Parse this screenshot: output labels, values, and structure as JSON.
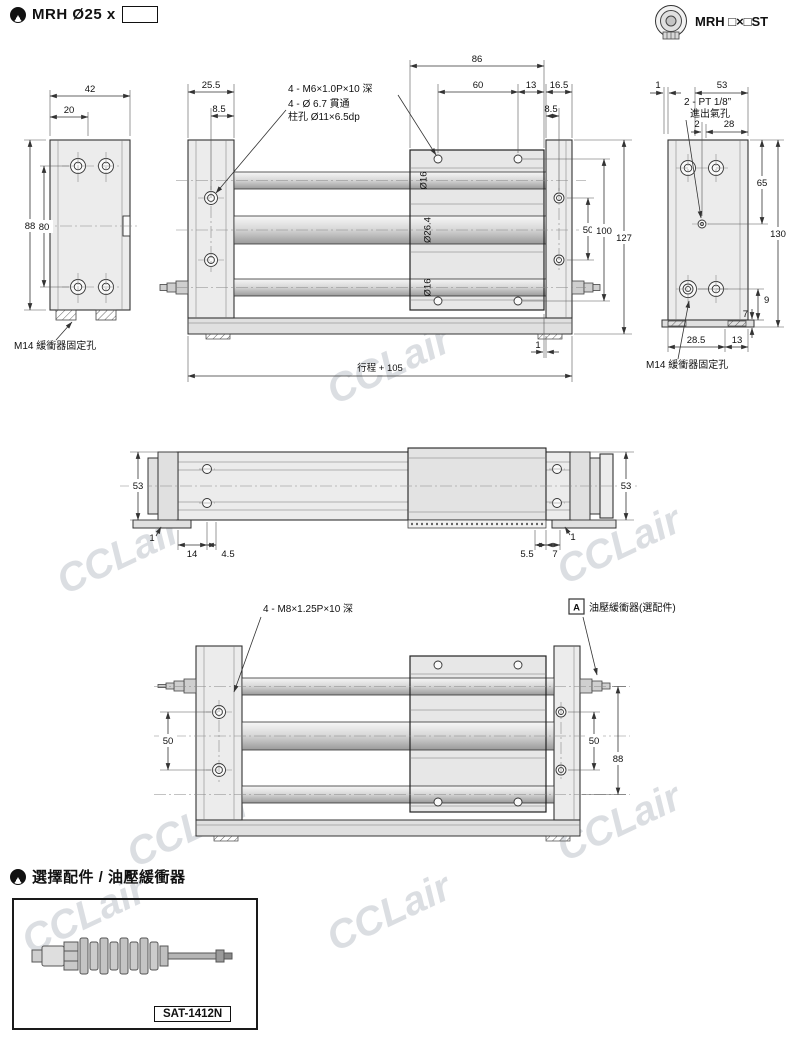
{
  "header": {
    "title": "MRH Ø25 x",
    "logo_label": "MRH □×□ST"
  },
  "watermark": "CCLair",
  "view_side_left": {
    "dim_42": "42",
    "dim_20": "20",
    "dim_88": "88",
    "dim_80": "80",
    "note_m14": "M14 緩衝器固定孔"
  },
  "view_front": {
    "dim_25_5": "25.5",
    "dim_8_5_left": "8.5",
    "dim_86": "86",
    "dim_60": "60",
    "dim_13": "13",
    "dim_16_5": "16.5",
    "dim_8_5_right": "8.5",
    "note_m6": "4 - M6×1.0P×10 深",
    "note_d6_7_line1": "4 - Ø 6.7 貫通",
    "note_d6_7_line2": "柱孔 Ø11×6.5dp",
    "dia_rod_top": "Ø16",
    "dia_tube": "Ø26.4",
    "dia_rod_bottom": "Ø16",
    "dim_50": "50",
    "dim_100": "100",
    "dim_127": "127",
    "dim_1": "1",
    "dim_stroke": "行程 + 105"
  },
  "view_side_right": {
    "dim_1": "1",
    "dim_53": "53",
    "dim_2": "2",
    "dim_28": "28",
    "note_port_line1": "2 - PT 1/8”",
    "note_port_line2": "進出氣孔",
    "dim_65": "65",
    "dim_130": "130",
    "dim_9": "9",
    "dim_7": "7",
    "dim_28_5": "28.5",
    "dim_13": "13",
    "note_m14": "M14 緩衝器固定孔"
  },
  "view_top": {
    "dim_53_left": "53",
    "dim_53_right": "53",
    "dim_1_left": "1",
    "dim_14": "14",
    "dim_4_5": "4.5",
    "dim_5_5": "5.5",
    "dim_7": "7",
    "dim_1_right": "1"
  },
  "view_option": {
    "note_m8": "4 - M8×1.25P×10 深",
    "badge_a": "A",
    "note_absorber": "油壓緩衝器(選配件)",
    "dim_50_left": "50",
    "dim_50_right": "50",
    "dim_88": "88"
  },
  "footer": {
    "heading": "選擇配件 / 油壓緩衝器",
    "product_label": "SAT-1412N"
  }
}
